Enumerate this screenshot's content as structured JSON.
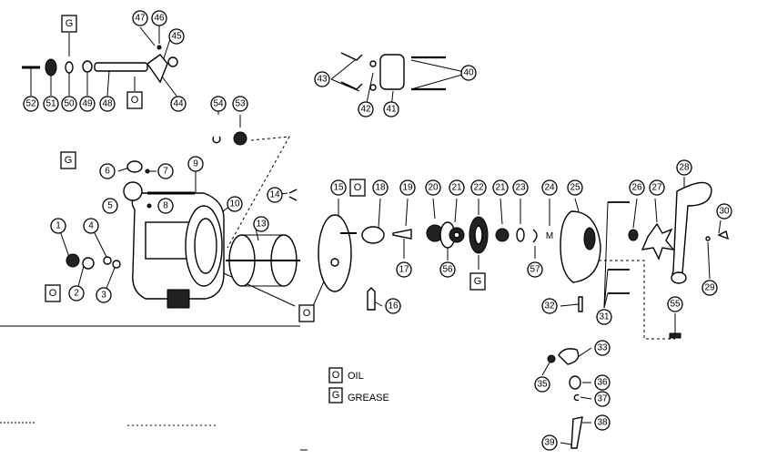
{
  "callouts": [
    "1",
    "2",
    "3",
    "4",
    "5",
    "6",
    "7",
    "8",
    "9",
    "10",
    "13",
    "14",
    "15",
    "16",
    "17",
    "18",
    "19",
    "20",
    "21",
    "22",
    "21",
    "23",
    "24",
    "25",
    "26",
    "27",
    "28",
    "29",
    "30",
    "31",
    "32",
    "33",
    "35",
    "36",
    "37",
    "38",
    "39",
    "40",
    "41",
    "42",
    "43",
    "44",
    "45",
    "46",
    "47",
    "48",
    "49",
    "50",
    "51",
    "52",
    "53",
    "54",
    "55",
    "56",
    "57"
  ],
  "lube_boxes": [
    "G",
    "O",
    "G",
    "O",
    "O",
    "G",
    "O"
  ],
  "legend": [
    {
      "code": "O",
      "label": "OIL"
    },
    {
      "code": "G",
      "label": "GREASE"
    }
  ]
}
